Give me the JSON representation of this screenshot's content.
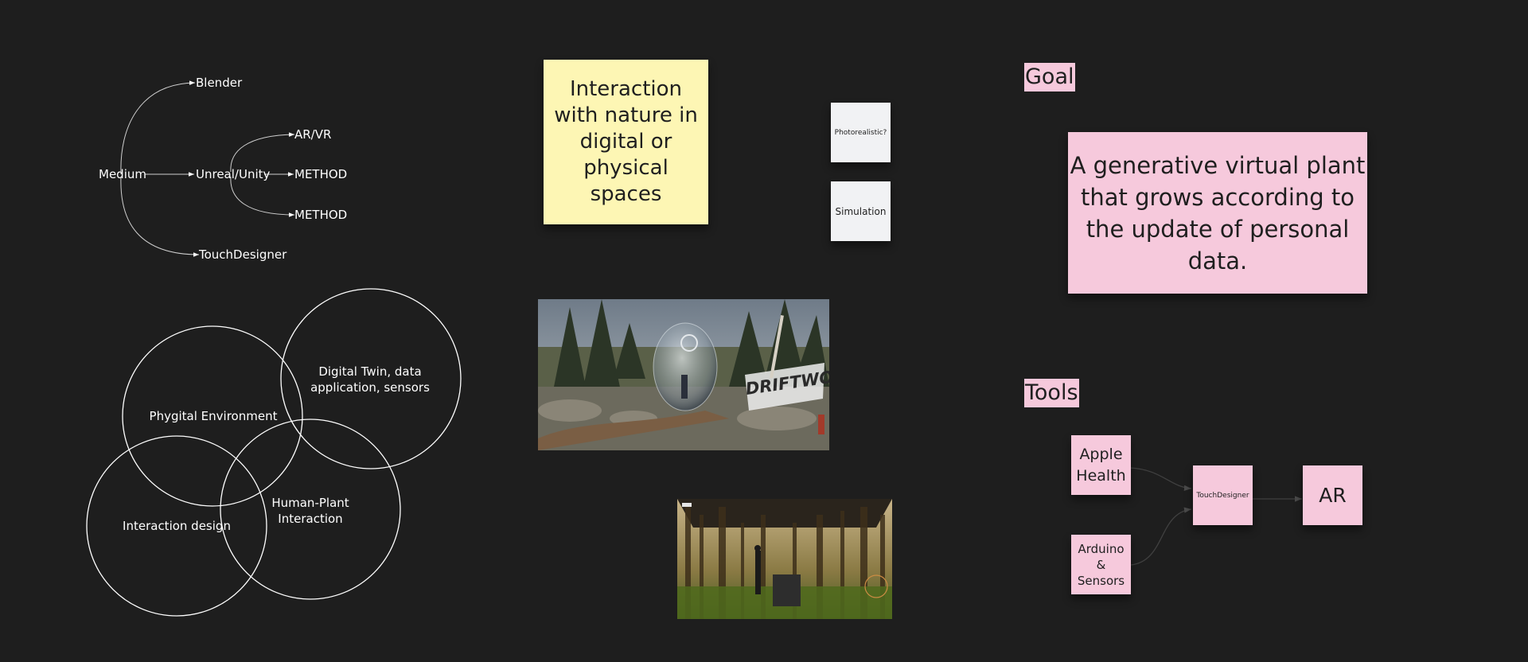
{
  "mindmap": {
    "root": "Medium",
    "blender": "Blender",
    "unreal_unity": "Unreal/Unity",
    "touchdesigner": "TouchDesigner",
    "arvr": "AR/VR",
    "method_1": "METHOD",
    "method_2": "METHOD"
  },
  "venn": {
    "phygital": "Phygital Environment",
    "digital_twin_line1": "Digital Twin, data",
    "digital_twin_line2": "application, sensors",
    "interaction_design": "Interaction design",
    "human_plant_line1": "Human-Plant",
    "human_plant_line2": "Interaction"
  },
  "stickies": {
    "main_line1": "Interaction",
    "main_line2": "with nature in",
    "main_line3": "digital or",
    "main_line4": "physical",
    "main_line5": "spaces",
    "photorealistic": "Photorealistic?",
    "simulation": "Simulation"
  },
  "images": {
    "driftwood_logo": "DRIFTWOOD"
  },
  "goal": {
    "label": "Goal",
    "line1": "A generative virtual plant",
    "line2": "that grows according to",
    "line3": "the update of personal",
    "line4": "data."
  },
  "tools": {
    "label": "Tools",
    "apple_line1": "Apple",
    "apple_line2": "Health",
    "arduino_line1": "Arduino",
    "arduino_line2": "&",
    "arduino_line3": "Sensors",
    "touchdesigner": "TouchDesigner",
    "ar": "AR"
  },
  "colors": {
    "background": "#1e1e1e",
    "yellow_sticky": "#fdf6b4",
    "white_sticky": "#f1f2f4",
    "pink_sticky": "#f6c9dc",
    "connector_dark": "#3a3a3a"
  }
}
